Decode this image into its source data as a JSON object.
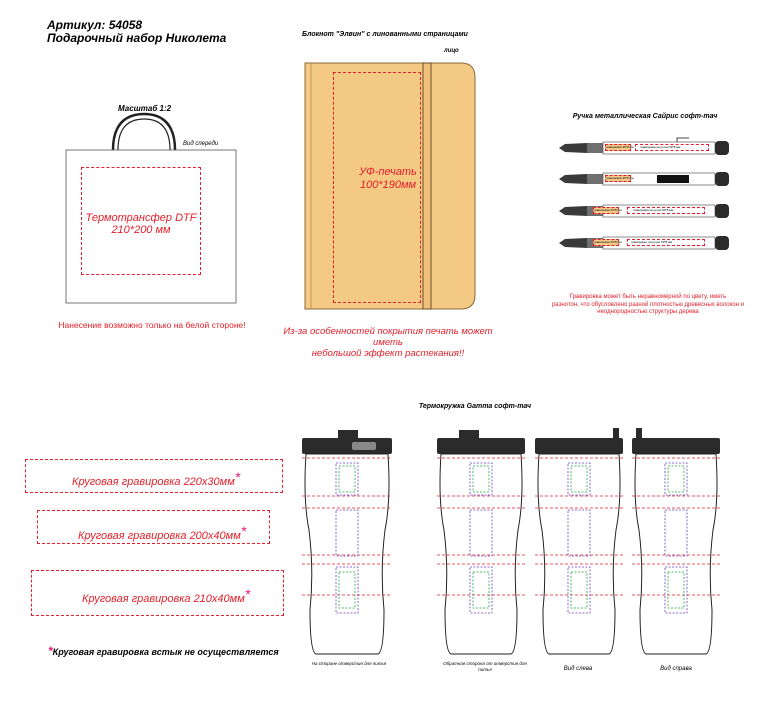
{
  "header": {
    "article": "Артикул: 54058",
    "name": "Подарочный набор Николета"
  },
  "bag": {
    "scale": "Масштаб 1:2",
    "view": "Вид спереди",
    "print_method": "Термотрансфер DTF",
    "print_size": "210*200 мм",
    "note": "Нанесение возможно только на белой стороне!"
  },
  "notebook": {
    "title": "Блокнот \"Элвин\" с линованными страницами",
    "side": "лицо",
    "print_method": "УФ-печать",
    "print_size": "100*190мм",
    "note_line1": "Из-за особенностей покрытия печать может иметь",
    "note_line2": "небольшой эффект растекания!!"
  },
  "pen": {
    "title": "Ручка металлическая Сайрис софт-тач",
    "label_small": "гравировка 35*8 мм",
    "label_small2": "гравировка 35*8 мм",
    "label_long": "гравировка на ручке 50*8 мм",
    "label_long2": "гравировка, на ручке 50*8 мм",
    "note_line1": "Гравировка может быть неравномерной по цвету, иметь",
    "note_line2": "разнотон, что обусловлено разной плотностью древесных волокон и",
    "note_line3": "неоднородностью структуры дерева",
    "colors": {
      "body": "#ffffff",
      "tip": "#3a3a3a",
      "grip": "#6f6f6f",
      "wood": "#f4c98a"
    }
  },
  "mug": {
    "title": "Термокружка Gamma софт-тач",
    "engravings": [
      {
        "label": "Круговая гравировка 220х30мм",
        "mark": "*"
      },
      {
        "label": "Круговая гравировка 200х40мм",
        "mark": "*"
      },
      {
        "label": "Круговая гравировка 210х40мм",
        "mark": "*"
      }
    ],
    "footnote_mark": "*",
    "footnote": "Круговая гравировка встык не осуществляется",
    "views": {
      "front": "На стороне отверстия для питья",
      "back": "Обратная сторона от отверстия для питья",
      "left": "Вид слева",
      "right": "Вид справа"
    },
    "colors": {
      "lid": "#2b2b2b",
      "accent": "#e4202b",
      "green": "#1aa83a",
      "purple": "#6b3fc1",
      "asterisk": "#e5197e"
    }
  }
}
